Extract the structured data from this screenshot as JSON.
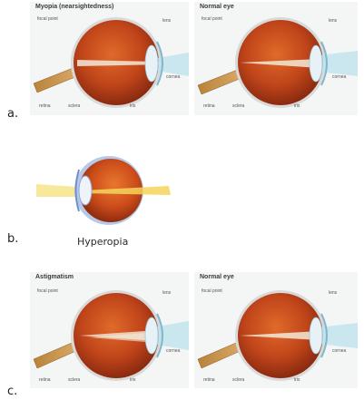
{
  "panels": {
    "a_left": {
      "title": "Myopia (nearsightedness)",
      "labels": {
        "focal_point": "focal point",
        "lens": "lens",
        "cornea": "cornea",
        "retina": "retina",
        "sclera": "sclera",
        "iris": "iris"
      }
    },
    "a_right": {
      "title": "Normal eye",
      "labels": {
        "focal_point": "focal point",
        "lens": "lens",
        "cornea": "cornea",
        "retina": "retina",
        "sclera": "sclera",
        "iris": "iris"
      }
    },
    "c_left": {
      "title": "Astigmatism",
      "labels": {
        "focal_point": "focal point",
        "lens": "lens",
        "cornea": "cornea",
        "retina": "retina",
        "sclera": "sclera",
        "iris": "iris"
      }
    },
    "c_right": {
      "title": "Normal eye",
      "labels": {
        "focal_point": "focal point",
        "lens": "lens",
        "cornea": "cornea",
        "retina": "retina",
        "sclera": "sclera",
        "iris": "iris"
      }
    }
  },
  "sections": {
    "a": "a.",
    "b": "b.",
    "c": "c."
  },
  "caption_b": "Hyperopia"
}
